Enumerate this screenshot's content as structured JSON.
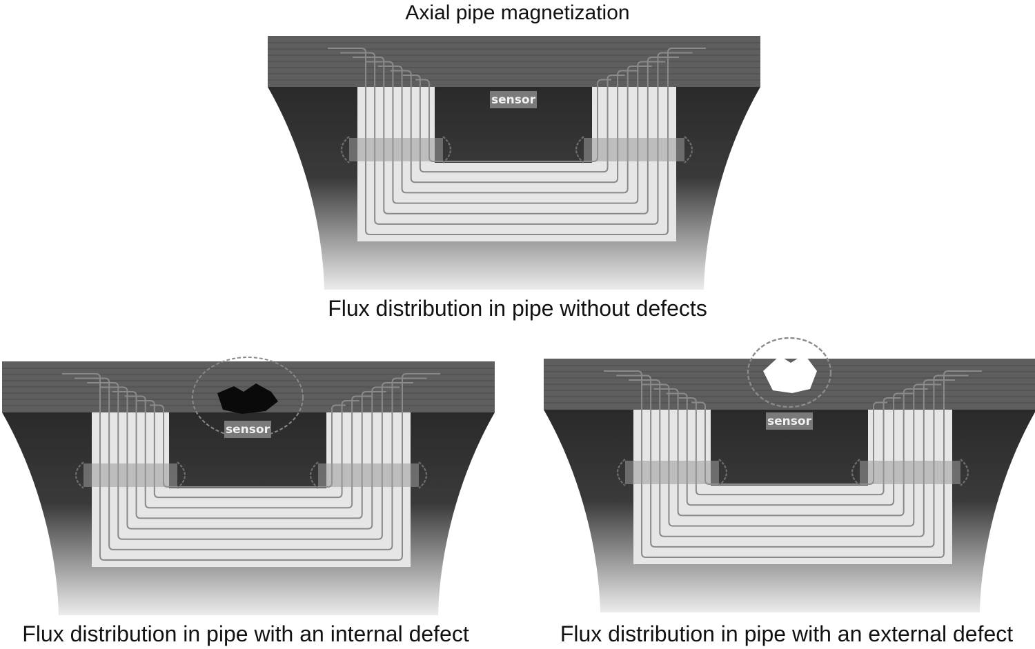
{
  "title": "Axial pipe magnetization",
  "panels": [
    {
      "id": "no-defect",
      "caption": "Flux distribution in pipe without defects",
      "sensor_label": "sensor",
      "defect": "none"
    },
    {
      "id": "internal-defect",
      "caption": "Flux distribution in pipe with an internal defect",
      "sensor_label": "sensor",
      "defect": "internal"
    },
    {
      "id": "external-defect",
      "caption": "Flux distribution in pipe with an external defect",
      "sensor_label": "sensor",
      "defect": "external"
    }
  ],
  "colors": {
    "pipe_wall": "#5e5e5e",
    "magnet_dark": "#2a2a2a",
    "magnet_light": "#ececec",
    "flux_line": "#8a8a8a",
    "pole_piece": "#e6e6e6",
    "background": "#ffffff"
  }
}
